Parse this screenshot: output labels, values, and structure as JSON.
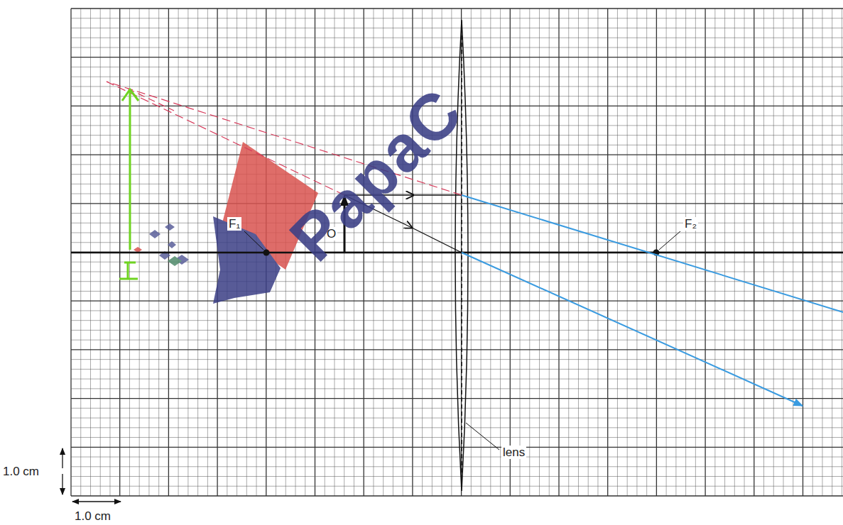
{
  "diagram": {
    "labels": [
      "F₁",
      "F₂",
      "O",
      "lens",
      "1.0 cm",
      "1.0 cm",
      "PapaC"
    ]
  }
}
